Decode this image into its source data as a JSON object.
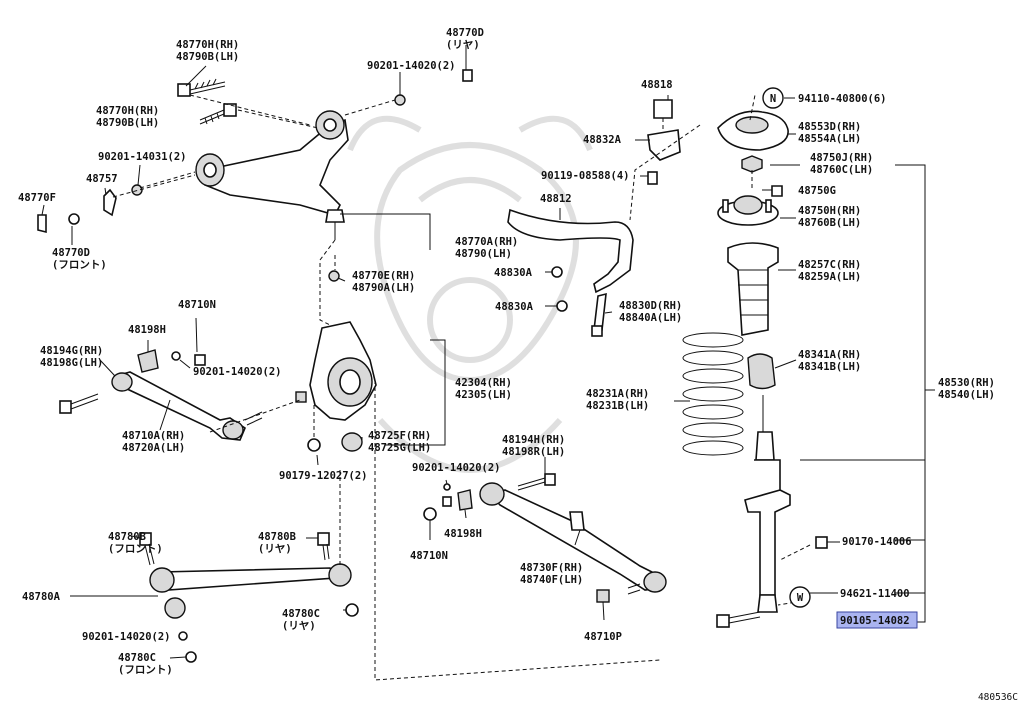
{
  "diagram": {
    "ref_code": "480536C",
    "highlight_color": "#aab4f0",
    "watermark": "samurai-helmet-watermark",
    "labels": [
      {
        "id": "l1",
        "lines": [
          "48770H(RH)",
          "48790B(LH)"
        ]
      },
      {
        "id": "l2",
        "lines": [
          "48770D",
          "(リヤ)"
        ]
      },
      {
        "id": "l3",
        "lines": [
          "90201-14020(2)"
        ]
      },
      {
        "id": "l4",
        "lines": [
          "48770H(RH)",
          "48790B(LH)"
        ]
      },
      {
        "id": "l5",
        "lines": [
          "90201-14031(2)"
        ]
      },
      {
        "id": "l6",
        "lines": [
          "48757"
        ]
      },
      {
        "id": "l7",
        "lines": [
          "48770F"
        ]
      },
      {
        "id": "l8",
        "lines": [
          "48770D",
          "(フロント)"
        ]
      },
      {
        "id": "l9",
        "lines": [
          "48770A(RH)",
          "48790(LH)"
        ]
      },
      {
        "id": "l10",
        "lines": [
          "48770E(RH)",
          "48790A(LH)"
        ]
      },
      {
        "id": "l11",
        "lines": [
          "48710N"
        ]
      },
      {
        "id": "l12",
        "lines": [
          "48198H"
        ]
      },
      {
        "id": "l13",
        "lines": [
          "48194G(RH)",
          "48198G(LH)"
        ]
      },
      {
        "id": "l14",
        "lines": [
          "90201-14020(2)"
        ]
      },
      {
        "id": "l15",
        "lines": [
          "48710A(RH)",
          "48720A(LH)"
        ]
      },
      {
        "id": "l16",
        "lines": [
          "42304(RH)",
          "42305(LH)"
        ]
      },
      {
        "id": "l17",
        "lines": [
          "48725F(RH)",
          "48725G(LH)"
        ]
      },
      {
        "id": "l18",
        "lines": [
          "90179-12027(2)"
        ]
      },
      {
        "id": "l19",
        "lines": [
          "48780B",
          "(フロント)"
        ]
      },
      {
        "id": "l20",
        "lines": [
          "48780B",
          "(リヤ)"
        ]
      },
      {
        "id": "l21",
        "lines": [
          "48780A"
        ]
      },
      {
        "id": "l22",
        "lines": [
          "48780C",
          "(リヤ)"
        ]
      },
      {
        "id": "l23",
        "lines": [
          "90201-14020(2)"
        ]
      },
      {
        "id": "l24",
        "lines": [
          "48780C",
          "(フロント)"
        ]
      },
      {
        "id": "l25",
        "lines": [
          "48818"
        ]
      },
      {
        "id": "l26",
        "lines": [
          "48832A"
        ]
      },
      {
        "id": "l27",
        "lines": [
          "90119-08588(4)"
        ]
      },
      {
        "id": "l28",
        "lines": [
          "48812"
        ]
      },
      {
        "id": "l29",
        "lines": [
          "48830A"
        ]
      },
      {
        "id": "l30",
        "lines": [
          "48830A"
        ]
      },
      {
        "id": "l31",
        "lines": [
          "48830D(RH)",
          "48840A(LH)"
        ]
      },
      {
        "id": "l32",
        "lines": [
          "48231A(RH)",
          "48231B(LH)"
        ]
      },
      {
        "id": "l33",
        "lines": [
          "48194H(RH)",
          "48198R(LH)"
        ]
      },
      {
        "id": "l34",
        "lines": [
          "90201-14020(2)"
        ]
      },
      {
        "id": "l35",
        "lines": [
          "48198H"
        ]
      },
      {
        "id": "l36",
        "lines": [
          "48710N"
        ]
      },
      {
        "id": "l37",
        "lines": [
          "48730F(RH)",
          "48740F(LH)"
        ]
      },
      {
        "id": "l38",
        "lines": [
          "48710P"
        ]
      },
      {
        "id": "l39",
        "lines": [
          "94110-40800(6)"
        ]
      },
      {
        "id": "l40",
        "lines": [
          "48553D(RH)",
          "48554A(LH)"
        ]
      },
      {
        "id": "l41",
        "lines": [
          "48750J(RH)",
          "48760C(LH)"
        ]
      },
      {
        "id": "l42",
        "lines": [
          "48750G"
        ]
      },
      {
        "id": "l43",
        "lines": [
          "48750H(RH)",
          "48760B(LH)"
        ]
      },
      {
        "id": "l44",
        "lines": [
          "48257C(RH)",
          "48259A(LH)"
        ]
      },
      {
        "id": "l45",
        "lines": [
          "48341A(RH)",
          "48341B(LH)"
        ]
      },
      {
        "id": "l46",
        "lines": [
          "48530(RH)",
          "48540(LH)"
        ]
      },
      {
        "id": "l47",
        "lines": [
          "90170-14006"
        ]
      },
      {
        "id": "l48",
        "lines": [
          "94621-11400"
        ]
      },
      {
        "id": "l49",
        "lines": [
          "90105-14082"
        ]
      }
    ],
    "badges": [
      {
        "id": "n",
        "text": "N"
      },
      {
        "id": "w",
        "text": "W"
      }
    ]
  }
}
